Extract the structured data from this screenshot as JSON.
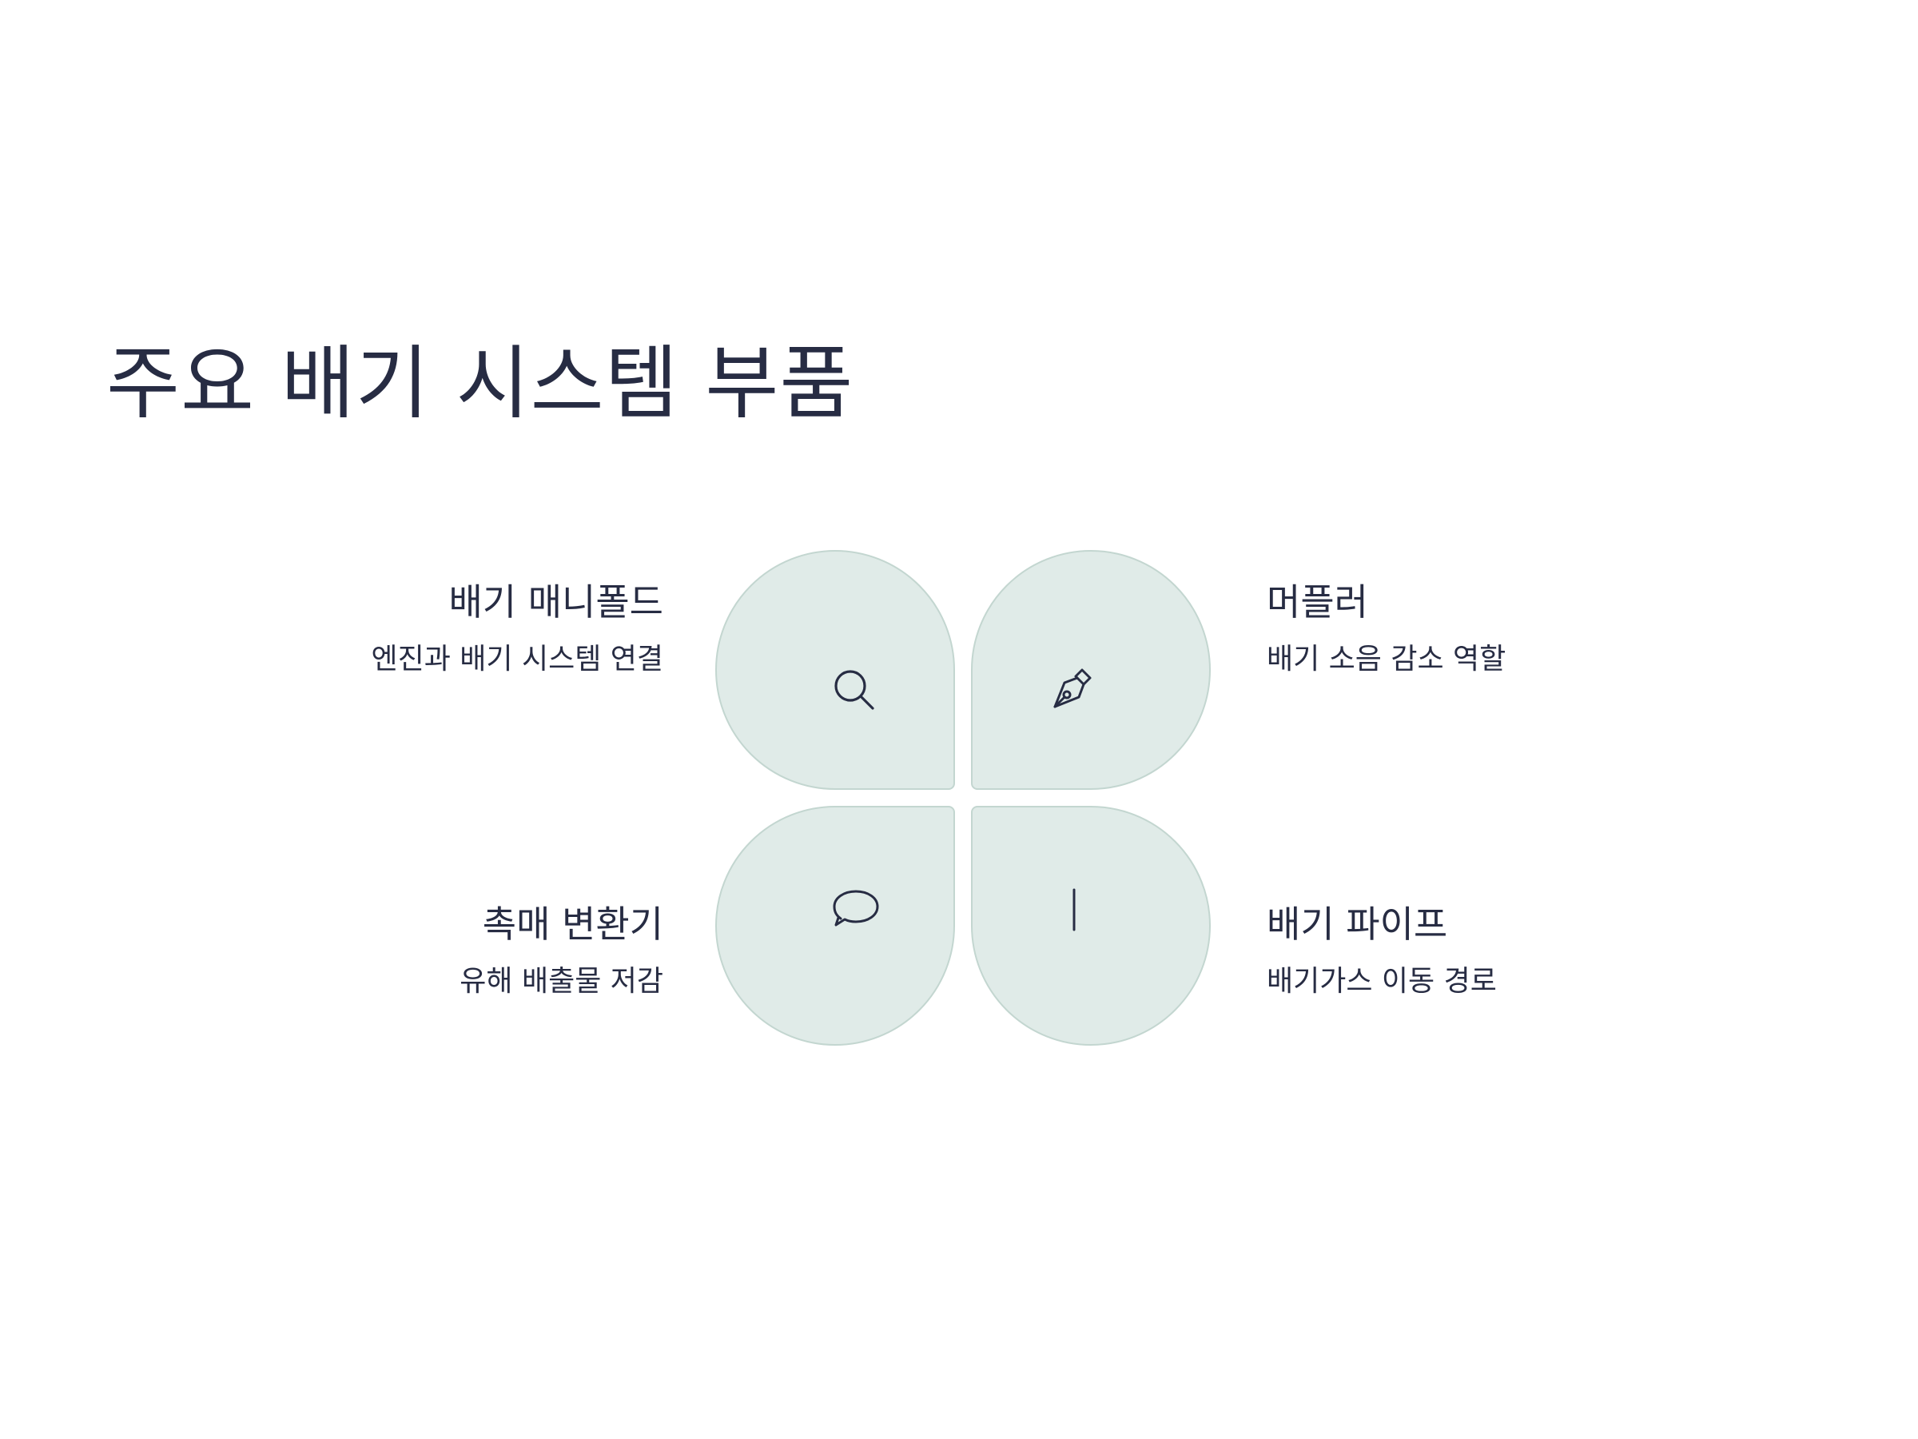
{
  "title": "주요 배기 시스템 부품",
  "items": [
    {
      "title": "배기 매니폴드",
      "description": "엔진과 배기 시스템 연결",
      "icon": "search-icon"
    },
    {
      "title": "머플러",
      "description": "배기 소음 감소 역할",
      "icon": "pen-nib-icon"
    },
    {
      "title": "촉매 변환기",
      "description": "유해 배출물 저감",
      "icon": "speech-bubble-icon"
    },
    {
      "title": "배기 파이프",
      "description": "배기가스 이동 경로",
      "icon": "vertical-line-icon"
    }
  ],
  "colors": {
    "petal_fill": "#e0ebe8",
    "petal_border": "#c3d6d0",
    "text": "#272c43"
  }
}
